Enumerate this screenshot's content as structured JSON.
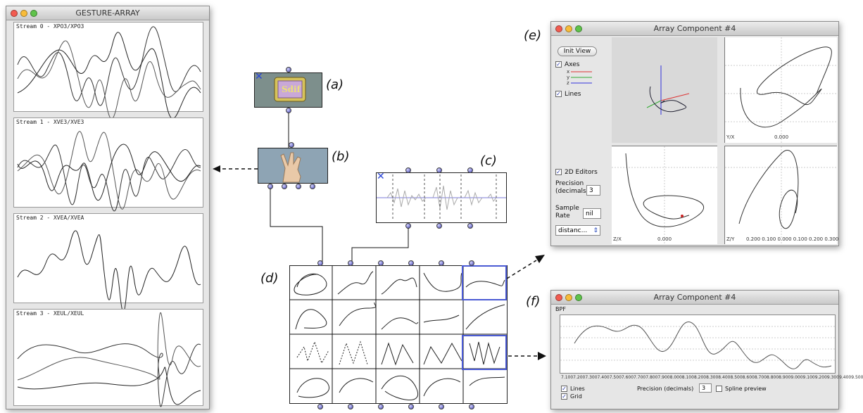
{
  "gesture_window": {
    "title": "GESTURE-ARRAY",
    "streams": [
      {
        "label": "Stream 0 - XPO3/XPO3"
      },
      {
        "label": "Stream 1 - XVE3/XVE3"
      },
      {
        "label": "Stream 2 - XVEA/XVEA"
      },
      {
        "label": "Stream 3 - XEUL/XEUL"
      }
    ]
  },
  "patch": {
    "tag_a": "(a)",
    "tag_b": "(b)",
    "tag_c": "(c)",
    "tag_d": "(d)",
    "tag_e": "(e)",
    "tag_f": "(f)",
    "sdif_label": "Sdif"
  },
  "window_e": {
    "title": "Array Component #4",
    "init_view": "Init View",
    "axes_label": "Axes",
    "axis_legend": [
      "x",
      "y",
      "z"
    ],
    "lines_label": "Lines",
    "editors_label": "2D Editors",
    "precision_label": "Precision (decimals)",
    "precision_value": "3",
    "sample_rate_label": "Sample Rate",
    "sample_rate_value": "nil",
    "mode_select": "distanc...",
    "plot_yx_label": "Y/X",
    "plot_zx_label": "Z/X",
    "plot_zy_label": "Z/Y",
    "plot_yx_tick": "0.000",
    "plot_zx_tick": "0.000",
    "plot_zy_ticks": "0.200 0.100 0.000 0.100 0.200 0.300"
  },
  "window_f": {
    "title": "Array Component #4",
    "bpf_label": "BPF",
    "x_ticks": "7.1007.2007.3007.4007.5007.6007.7007.8007.9008.0008.1008.2008.3008.4008.5008.6008.7008.8008.9009.0009.1009.2009.3009.4009.500",
    "lines_label": "Lines",
    "grid_label": "Grid",
    "precision_label": "Precision (decimals)",
    "precision_value": "3",
    "spline_label": "Spline preview"
  }
}
